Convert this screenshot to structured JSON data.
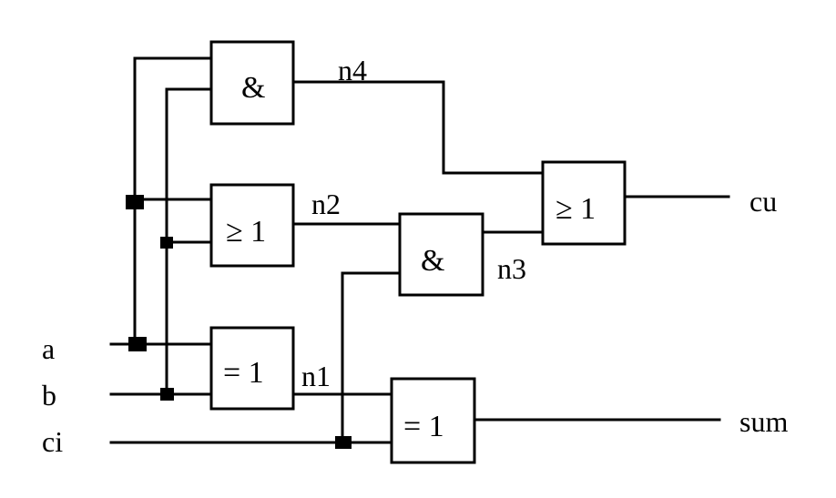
{
  "inputs": {
    "a": "a",
    "b": "b",
    "ci": "ci"
  },
  "outputs": {
    "cu": "cu",
    "sum": "sum"
  },
  "nets": {
    "n1": "n1",
    "n2": "n2",
    "n3": "n3",
    "n4": "n4"
  },
  "gates": {
    "and_top": "&",
    "or_ab": "≥ 1",
    "xor_ab": "= 1",
    "and_mid": "&",
    "or_out": "≥ 1",
    "xor_out": "= 1"
  }
}
